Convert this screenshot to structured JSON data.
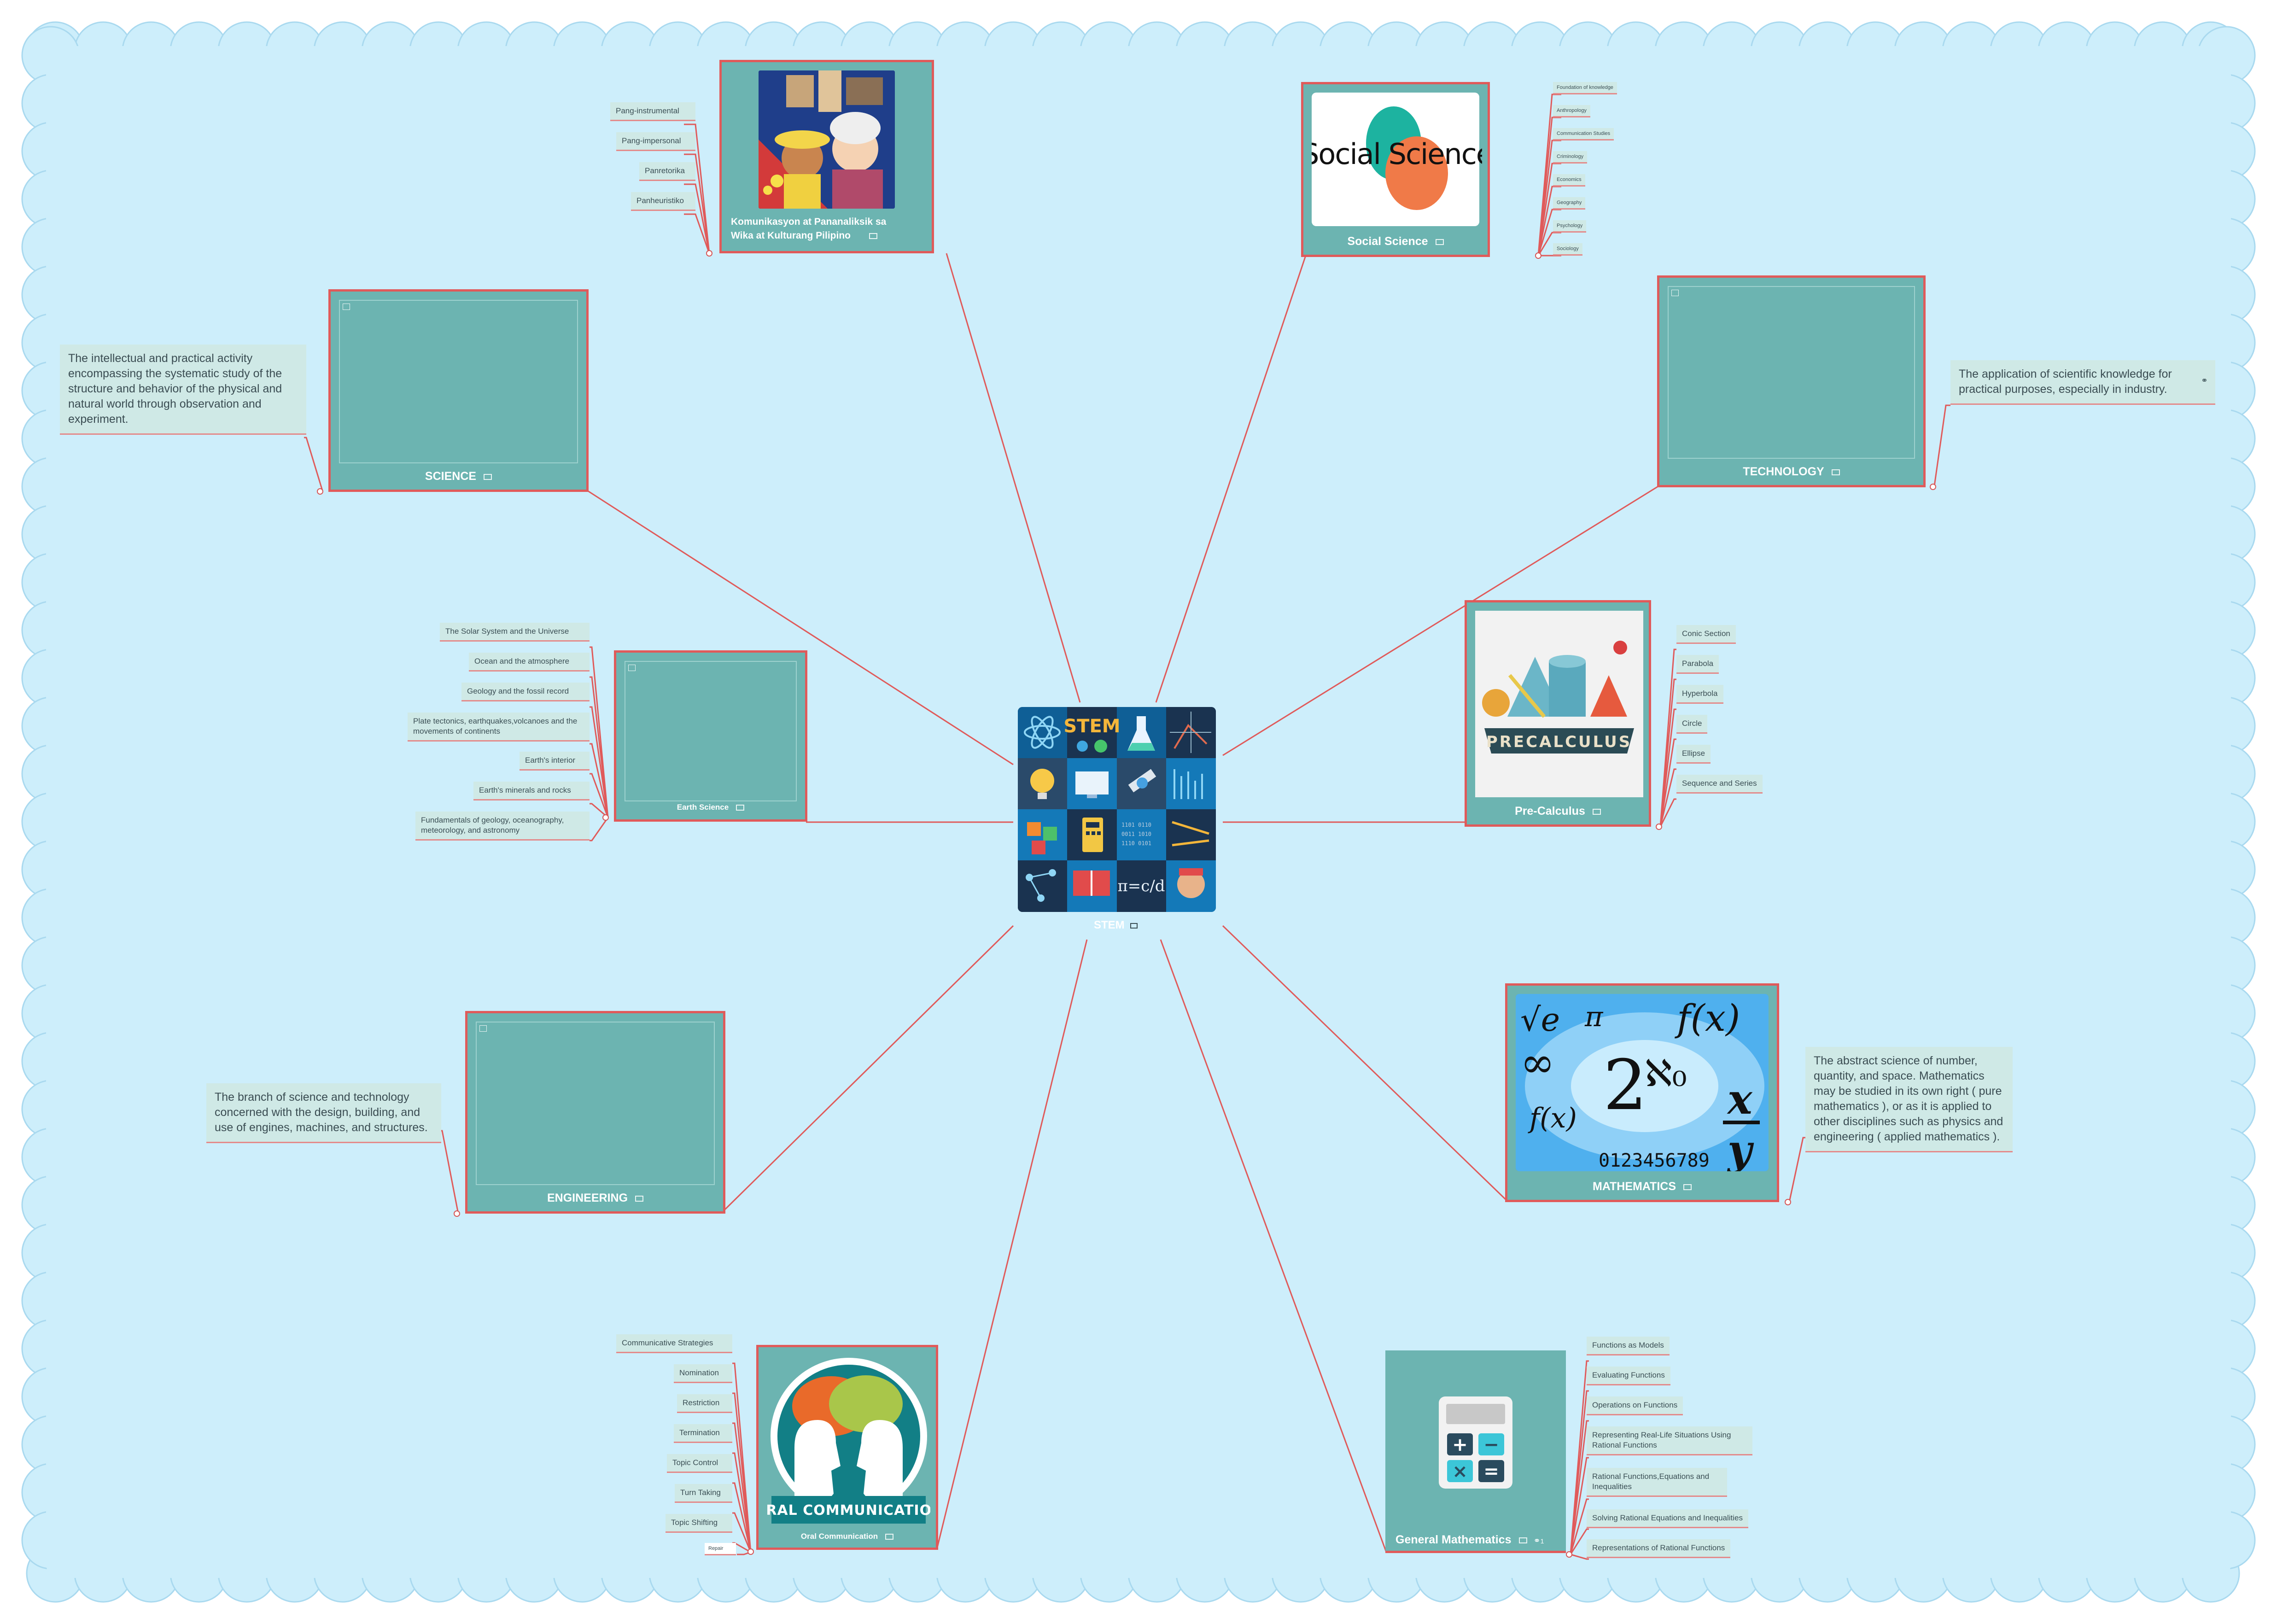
{
  "colors": {
    "background": "#cdeefb",
    "topic_fill": "#6cb4b1",
    "topic_border": "#e05a5a",
    "subtopic_fill": "#cfe9e6",
    "connector": "#e05a5a"
  },
  "central": {
    "title": "STEM",
    "icon": "stem-collage-image"
  },
  "topics": {
    "komunikasyon": {
      "title_line1": "Komunikasyon at Pananaliksik sa",
      "title_line2": "Wika at Kulturang Pilipino",
      "subtopics": [
        "Pang-instrumental",
        "Pang-impersonal",
        "Panretorika",
        "Panheuristiko"
      ]
    },
    "social_science": {
      "title": "Social Science",
      "logo_text": "Social Science",
      "subtopics": [
        "Foundation of knowledge",
        "Anthropology",
        "Communication Studies",
        "Criminology",
        "Economics",
        "Geography",
        "Psychology",
        "Sociology"
      ]
    },
    "science": {
      "title": "SCIENCE",
      "note": "The intellectual and practical activity encompassing the systematic study of the structure and behavior of the physical and natural world through observation and experiment."
    },
    "technology": {
      "title": "TECHNOLOGY",
      "note": "The application of scientific knowledge for practical purposes, especially in industry."
    },
    "earth_science": {
      "title": "Earth Science",
      "subtopics": [
        "The Solar System and the Universe",
        "Ocean and the atmosphere",
        "Geology and the fossil record",
        "Plate tectonics, earthquakes,volcanoes and the movements of continents",
        "Earth's interior",
        "Earth's minerals and rocks",
        "Fundamentals of geology, oceanography, meteorology, and astronomy"
      ]
    },
    "pre_calculus": {
      "title": "Pre-Calculus",
      "logo_text": "PRECALCULUS",
      "subtopics": [
        "Conic Section",
        "Parabola",
        "Hyperbola",
        "Circle",
        "Ellipse",
        "Sequence and Series"
      ]
    },
    "engineering": {
      "title": "ENGINEERING",
      "note": "The branch of science and technology concerned with the design, building, and use of engines, machines, and structures."
    },
    "mathematics": {
      "title": "MATHEMATICS",
      "note": "The abstract science of number, quantity, and space. Mathematics may be studied in its own right ( pure mathematics ), or as it is applied to other disciplines such as physics and engineering ( applied mathematics )."
    },
    "oral_communication": {
      "title": "Oral Communication",
      "logo_text": "ORAL COMMUNICATION",
      "subtopics": [
        "Communicative Strategies",
        "Nomination",
        "Restriction",
        "Termination",
        "Topic Control",
        "Turn Taking",
        "Topic Shifting",
        "Repair"
      ]
    },
    "general_mathematics": {
      "title": "General Mathematics",
      "link_count": "1",
      "subtopics": [
        "Functions as Models",
        "Evaluating Functions",
        "Operations on Functions",
        "Representing Real-Life Situations Using Rational Functions",
        "Rational Functions,Equations and Inequalities",
        "Solving Rational Equations and Inequalities",
        "Representations of Rational Functions"
      ]
    }
  }
}
